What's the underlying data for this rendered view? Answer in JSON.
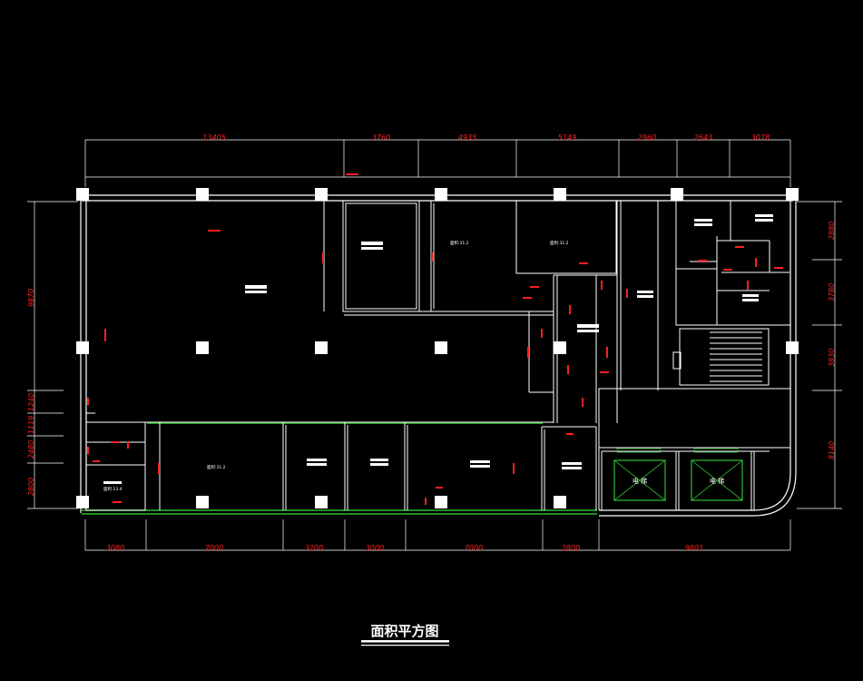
{
  "drawing": {
    "title": "面积平方图",
    "colors": {
      "background": "#000000",
      "wall": "#ffffff",
      "dimension_line": "#ffffff",
      "dimension_text": "#ff2020",
      "green_line": "#2ec02e"
    }
  },
  "dimensions": {
    "top": [
      "13405",
      "3760",
      "4935",
      "5149",
      "2960",
      "2643",
      "3078"
    ],
    "bottom": [
      "3080",
      "7000",
      "3200",
      "3000",
      "7000",
      "2800",
      "9801"
    ],
    "left": [
      "9870",
      "1240",
      "1119",
      "2480",
      "2800"
    ],
    "right": [
      "2880",
      "3780",
      "3830",
      "8140"
    ]
  },
  "elevators": {
    "left": "电 梯",
    "right": "电 梯"
  },
  "room_tags": {
    "tag_a": "面积:31.2",
    "tag_b": "面积:31.2",
    "tag_c": "面积:31.2",
    "tag_d": "面积:13.4"
  }
}
